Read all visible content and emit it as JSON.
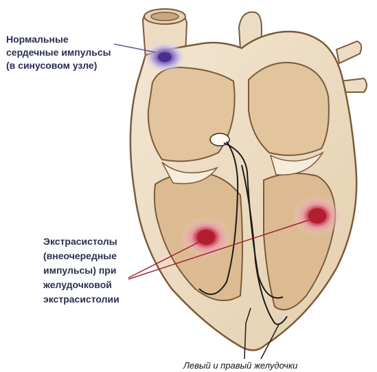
{
  "labels": {
    "normal_impulses": "Нормальные\nсердечные импульсы\n(в синусовом узле)",
    "extrasystoles": "Экстрасистолы\n(внеочередные\nимпульсы) при\nжелудочковой\nэкстрасистолии",
    "ventricles": "Левый и правый желудочки"
  },
  "colors": {
    "heart_outer": "#eddcc2",
    "heart_outline": "#7a5a3a",
    "heart_inner": "#e2c49d",
    "heart_inner_dark": "#d1ad80",
    "sinus_node": "#5a3f9a",
    "ectopic_focus": "#c0283a",
    "pointer_purple": "#6b4fa0",
    "pointer_red": "#a3203a",
    "label_text": "#2a2f4f"
  }
}
